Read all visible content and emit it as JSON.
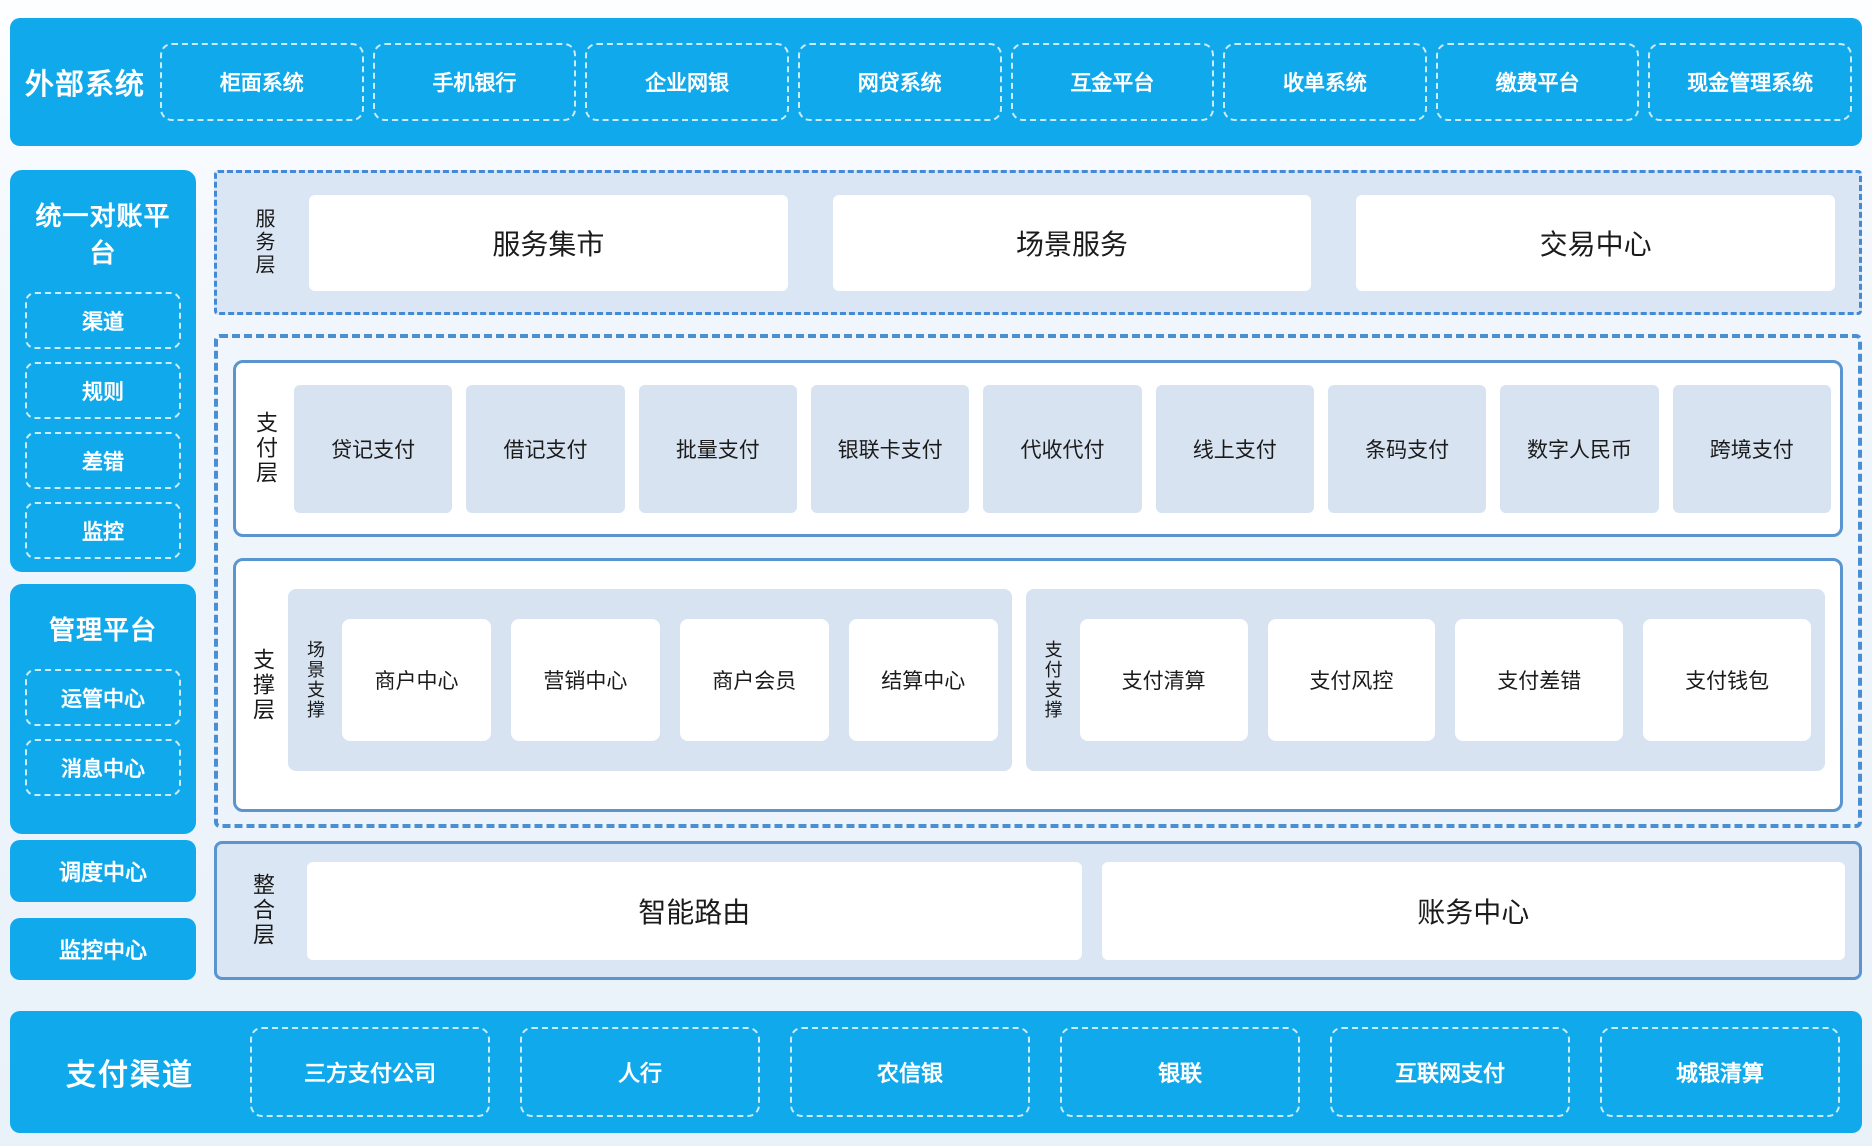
{
  "colors": {
    "accent_blue": "#10a9ec",
    "panel_light_blue": "#dbe6f4",
    "inner_box_blue": "#d8e3f1",
    "solid_border_blue": "#5b95cf",
    "dashed_border_blue": "#4a8fd4"
  },
  "external_systems": {
    "title": "外部系统",
    "items": [
      "柜面系统",
      "手机银行",
      "企业网银",
      "网贷系统",
      "互金平台",
      "收单系统",
      "缴费平台",
      "现金管理系统"
    ]
  },
  "sidebar": {
    "reconciliation": {
      "title": "统一对账平台",
      "items": [
        "渠道",
        "规则",
        "差错",
        "监控"
      ]
    },
    "management": {
      "title": "管理平台",
      "items": [
        "运管中心",
        "消息中心"
      ]
    },
    "standalone": [
      "调度中心",
      "监控中心"
    ]
  },
  "service_layer": {
    "label": "服务层",
    "items": [
      "服务集市",
      "场景服务",
      "交易中心"
    ]
  },
  "payment_layer": {
    "label": "支付层",
    "items": [
      "贷记支付",
      "借记支付",
      "批量支付",
      "银联卡支付",
      "代收代付",
      "线上支付",
      "条码支付",
      "数字人民币",
      "跨境支付"
    ]
  },
  "support_layer": {
    "label": "支撑层",
    "groups": [
      {
        "label": "场景支撑",
        "items": [
          "商户中心",
          "营销中心",
          "商户会员",
          "结算中心"
        ]
      },
      {
        "label": "支付支撑",
        "items": [
          "支付清算",
          "支付风控",
          "支付差错",
          "支付钱包"
        ]
      }
    ]
  },
  "integration_layer": {
    "label": "整合层",
    "items": [
      "智能路由",
      "账务中心"
    ]
  },
  "payment_channels": {
    "title": "支付渠道",
    "items": [
      "三方支付公司",
      "人行",
      "农信银",
      "银联",
      "互联网支付",
      "城银清算"
    ]
  }
}
